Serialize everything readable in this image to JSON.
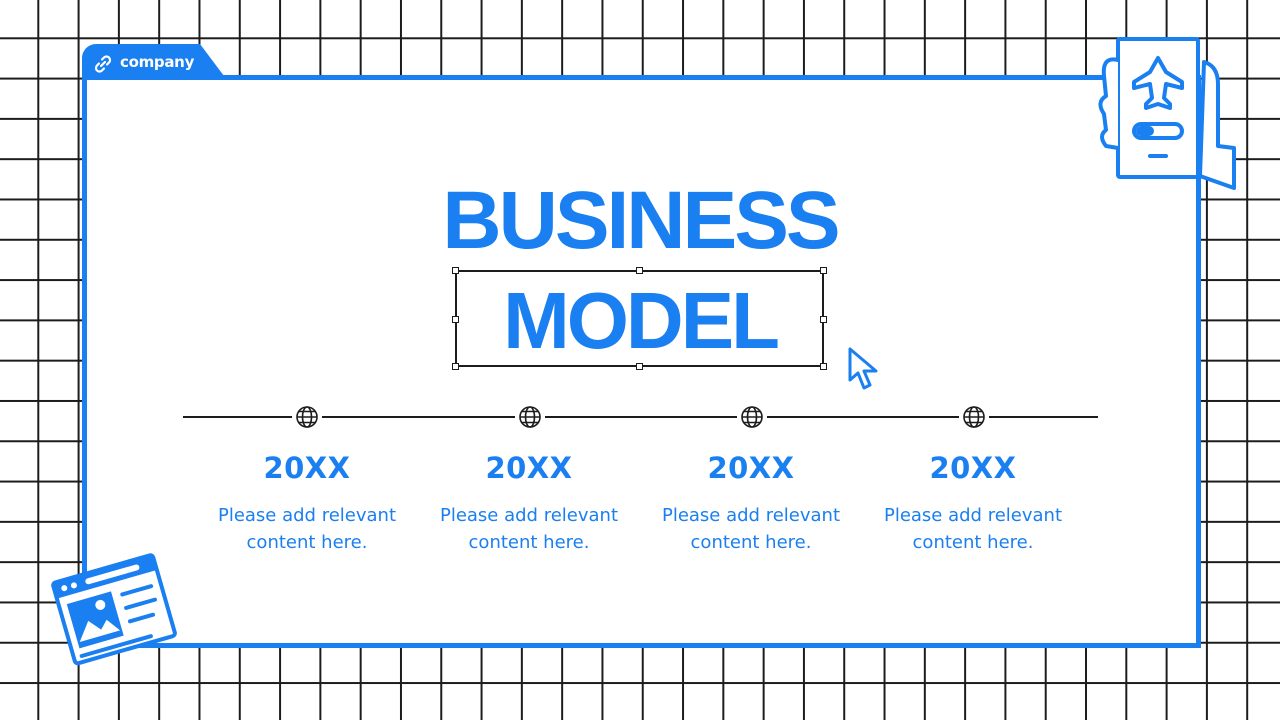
{
  "brand": {
    "label": "company",
    "accent": "#1a7ff0",
    "grid": "#1c1c1c"
  },
  "title": {
    "line1": "BUSINESS",
    "line2": "MODEL"
  },
  "timeline": {
    "items": [
      {
        "year": "20XX",
        "desc": "Please add relevant content here."
      },
      {
        "year": "20XX",
        "desc": "Please add relevant content here."
      },
      {
        "year": "20XX",
        "desc": "Please add relevant content here."
      },
      {
        "year": "20XX",
        "desc": "Please add relevant content here."
      }
    ]
  },
  "icons": {
    "tab": "link-icon",
    "node": "globe-icon",
    "cursor": "cursor-arrow-icon",
    "top_right": "phone-airplane-icon",
    "bottom_left": "browser-image-icon"
  }
}
